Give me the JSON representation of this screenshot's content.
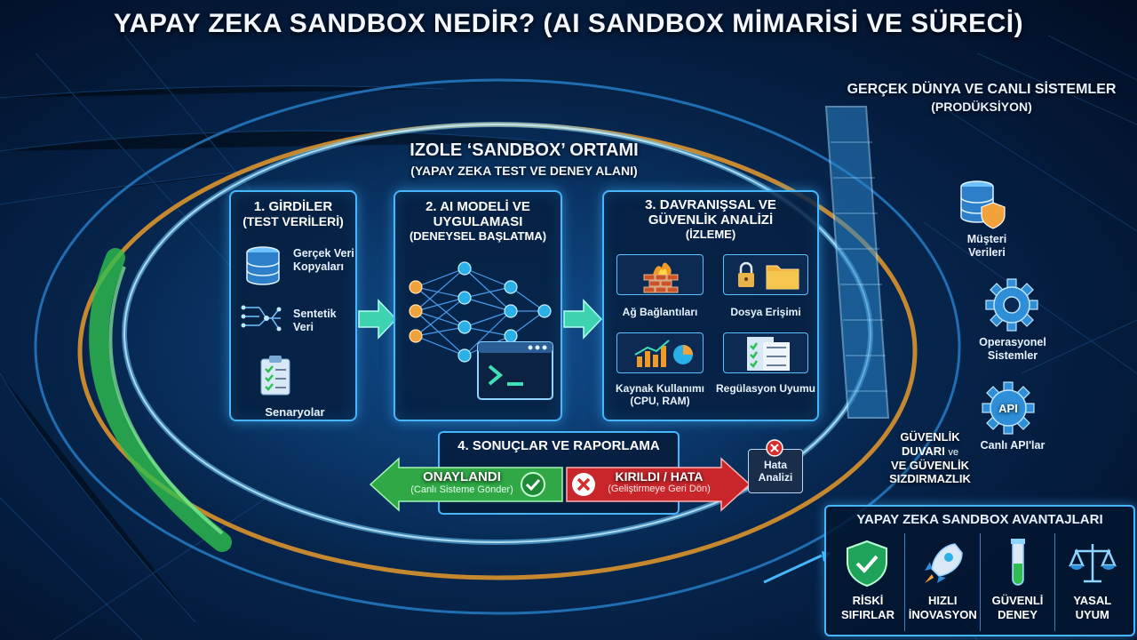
{
  "title": "YAPAY ZEKA SANDBOX NEDİR? (AI SANDBOX MİMARİSİ VE SÜRECİ)",
  "sandbox": {
    "title": "IZOLE ‘SANDBOX’ ORTAMI",
    "subtitle": "(YAPAY ZEKA TEST VE DENEY ALANI)"
  },
  "production": {
    "title": "GERÇEK DÜNYA VE CANLI SİSTEMLER",
    "subtitle": "(PRODÜKSİYON)",
    "items": [
      "Müşteri Verileri",
      "Operasyonel Sistemler",
      "Canlı API'lar"
    ],
    "api_icon_text": "API"
  },
  "firewall": {
    "label_line1": "GÜVENLİK",
    "label_line2": "DUVARI",
    "label_ve": "ve",
    "label_line3": "VE GÜVENLİK",
    "label_line4": "SIZDIRMAZLIK"
  },
  "stage1": {
    "title_line1": "1. GİRDİLER",
    "title_line2": "(TEST VERİLERİ)",
    "item1": "Gerçek Veri Kopyaları",
    "item2": "Sentetik Veri",
    "item3": "Senaryolar"
  },
  "stage2": {
    "title_line1": "2. AI MODELİ VE",
    "title_line2": "UYGULAMASI",
    "title_line3": "(DENEYSEL BAŞLATMA)"
  },
  "stage3": {
    "title_line1": "3. DAVRANIŞSAL VE",
    "title_line2": "GÜVENLİK ANALİZİ",
    "title_line3": "(İZLEME)",
    "tiles": [
      "Ağ Bağlantıları",
      "Dosya Erişimi",
      "Kaynak Kullanımı (CPU, RAM)",
      "Regülasyon Uyumu"
    ]
  },
  "results": {
    "title": "4. SONUÇLAR VE RAPORLAMA",
    "approved": "ONAYLANDI",
    "approved_sub": "(Canlı Sisteme Gönder)",
    "failed": "KIRILDI / HATA",
    "failed_sub": "(Geliştirmeye Geri Dön)",
    "error_analysis": "Hata Analizi"
  },
  "advantages": {
    "title": "YAPAY ZEKA SANDBOX AVANTAJLARI",
    "items": [
      "RİSKİ SIFIRLAR",
      "HIZLI İNOVASYON",
      "GÜVENLİ DENEY",
      "YASAL UYUM"
    ]
  },
  "colors": {
    "accent": "#46b6ff",
    "green": "#2fbf4f",
    "red": "#d62d2d",
    "orange": "#e89a2a",
    "background": "#041a3a"
  }
}
